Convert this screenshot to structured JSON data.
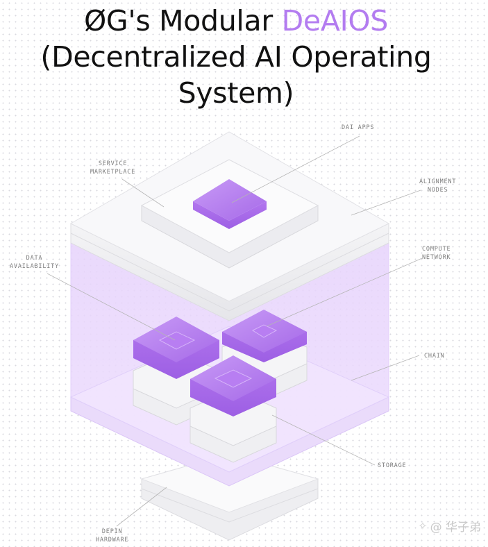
{
  "title": {
    "line1_prefix": "ØG's Modular ",
    "line1_accent": "DeAIOS",
    "line2": "(Decentralized AI Operating",
    "line3": "System)"
  },
  "labels": {
    "dai_apps": "DAI APPS",
    "service_marketplace": "SERVICE\nMARKETPLACE",
    "alignment_nodes": "ALIGNMENT\nNODES",
    "data_availability": "DATA\nAVAILABILITY",
    "compute_network": "COMPUTE\nNETWORK",
    "chain": "CHAIN",
    "storage": "STORAGE",
    "depin_hardware": "DEPIN\nHARDWARE"
  },
  "watermark": {
    "icon": "wechat-logo-icon",
    "text": "@ 华子弟"
  },
  "colors": {
    "accent": "#b37cf0",
    "purple_block": "#b578f0",
    "purple_glass": "#ead9fd",
    "slab": "#f7f7f8",
    "line": "#b5b5b5"
  }
}
